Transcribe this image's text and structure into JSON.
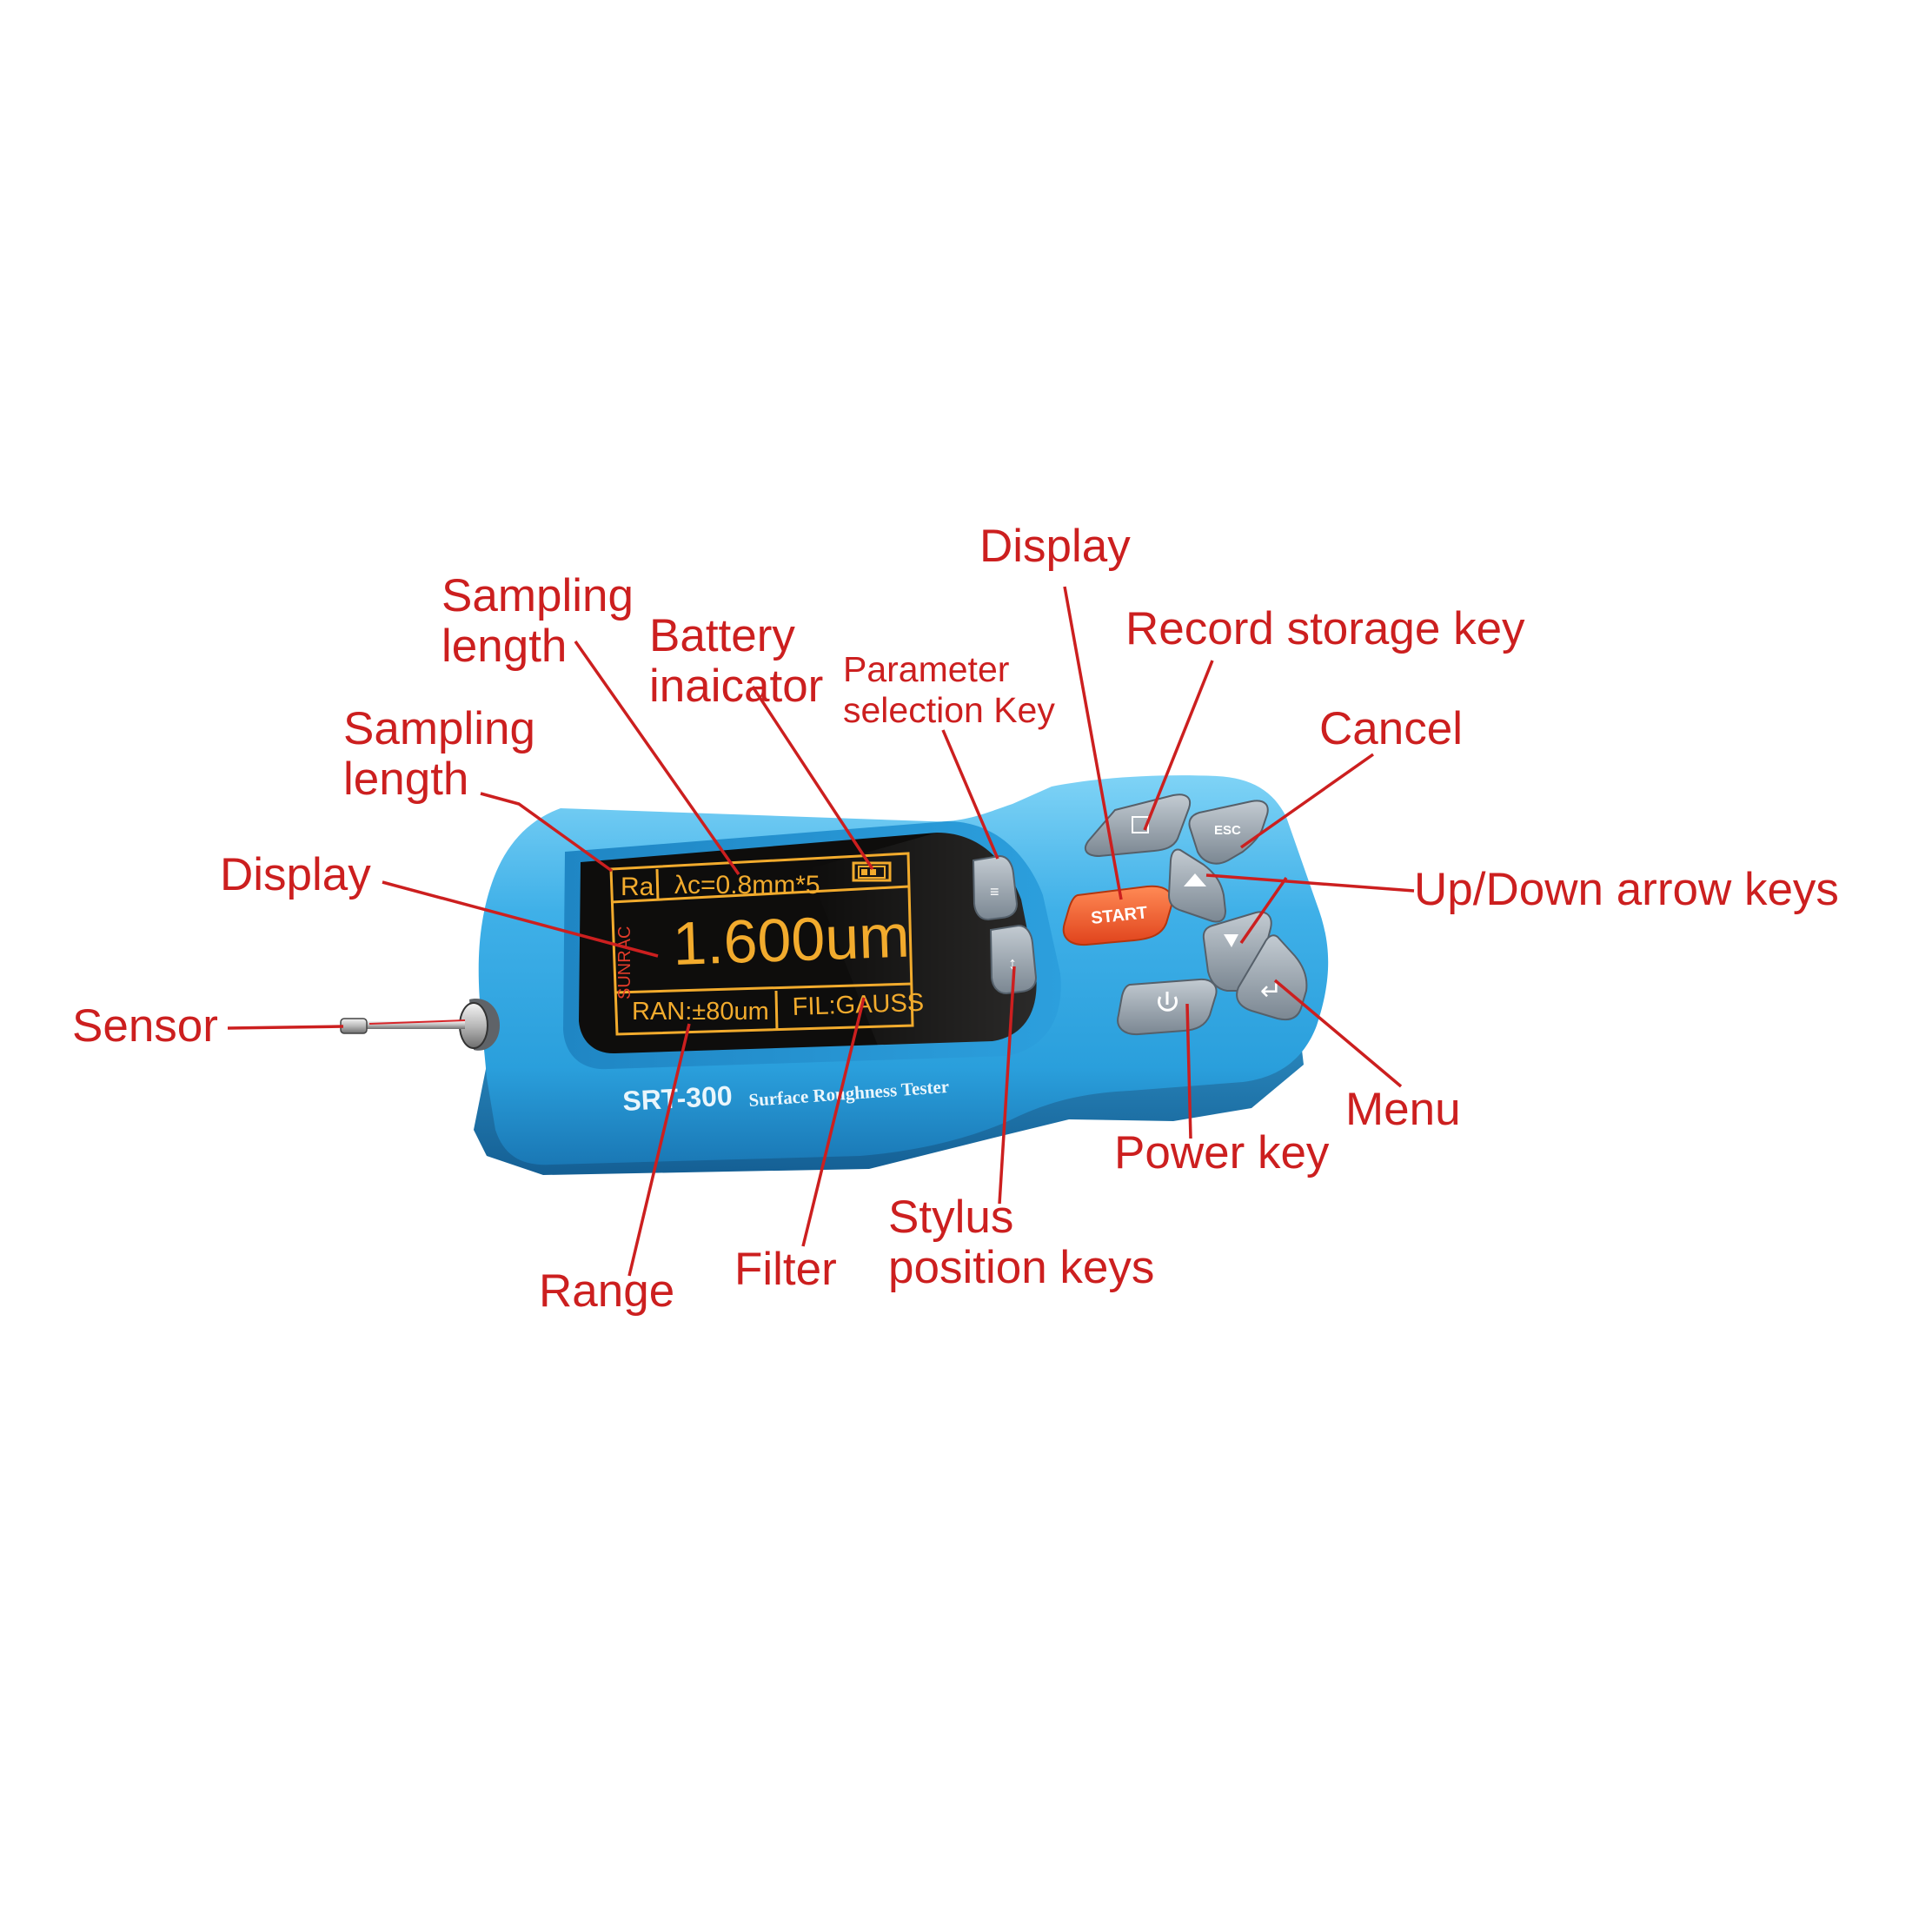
{
  "colors": {
    "annotation": "#cc1f1f",
    "body_light": "#5cc0ee",
    "body_mid": "#2a9fdc",
    "body_dark": "#16669d",
    "screen_bg": "#0e0d0c",
    "screen_text": "#f2ab2d",
    "start_button": "#f0562a",
    "key_gray": "#8b96a1"
  },
  "device": {
    "model": "SRT-300",
    "subtitle": "Surface Roughness Tester",
    "brand_side": "SUNRAC",
    "screen": {
      "param": "Ra",
      "cutoff": "λc=0.8mm*5",
      "battery_icon": "battery-icon",
      "value": "1.600um",
      "range": "RAN:±80um",
      "filter": "FIL:GAUSS"
    },
    "keys": {
      "start": "START",
      "esc": "ESC",
      "param_key_icon": "parameter-icon",
      "stylus_key_icon": "stylus-position-icon",
      "record_icon": "record-storage-icon",
      "up_icon": "up-arrow-icon",
      "down_icon": "down-arrow-icon",
      "power_icon": "power-icon",
      "menu_icon": "enter-icon"
    }
  },
  "labels": {
    "sensor": "Sensor",
    "display_left": "Display",
    "sampling_length_1": [
      "Sampling",
      "length"
    ],
    "sampling_length_2": [
      "Sampling",
      "length"
    ],
    "battery": [
      "Battery",
      "inaicator"
    ],
    "parameter": [
      "Parameter",
      "selection Key"
    ],
    "display_top": "Display",
    "record": "Record storage key",
    "cancel": "Cancel",
    "updown": "Up/Down arrow keys",
    "menu": "Menu",
    "power": "Power key",
    "stylus": [
      "Stylus",
      "position keys"
    ],
    "filter": "Filter",
    "range": "Range"
  }
}
